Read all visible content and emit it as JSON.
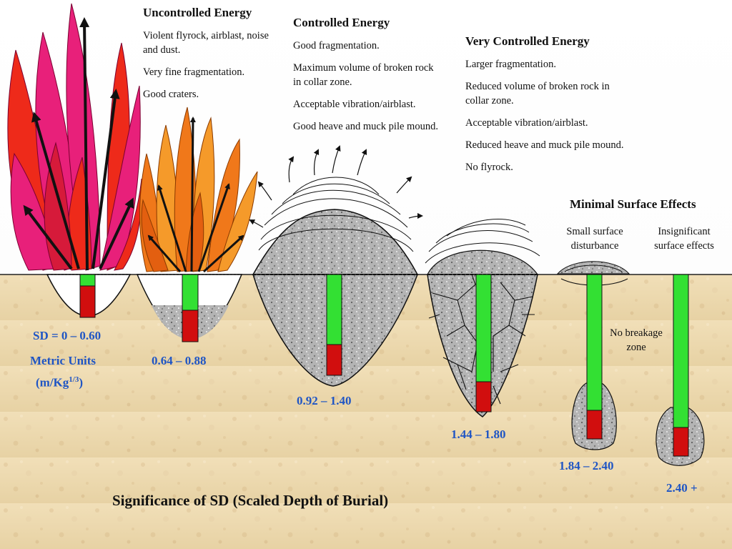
{
  "columns": [
    {
      "heading": "Uncontrolled Energy",
      "lines": [
        "Violent flyrock, airblast, noise and dust.",
        "Very fine fragmentation.",
        "Good craters."
      ]
    },
    {
      "heading": "Controlled Energy",
      "lines": [
        "Good fragmentation.",
        "Maximum volume of broken rock in collar zone.",
        "Acceptable vibration/airblast.",
        "Good heave and muck pile mound."
      ]
    },
    {
      "heading": "Very Controlled Energy",
      "lines": [
        "Larger fragmentation.",
        "Reduced volume of broken rock in collar zone.",
        "Acceptable vibration/airblast.",
        "Reduced heave and muck pile mound.",
        "No flyrock."
      ]
    }
  ],
  "minimal": {
    "heading": "Minimal Surface Effects",
    "small": "Small surface disturbance",
    "insignificant": "Insignificant surface effects",
    "no_breakage": "No breakage zone"
  },
  "sd_ranges": {
    "r1": "SD = 0 – 0.60",
    "units_label": "Metric Units",
    "units_value": "(m/Kg",
    "units_exp": "1/3",
    "units_close": ")",
    "r2": "0.64 – 0.88",
    "r3": "0.92 – 1.40",
    "r4": "1.44 – 1.80",
    "r5": "1.84 – 2.40",
    "r6": "2.40 +"
  },
  "title": "Significance of SD (Scaled Depth of Burial)",
  "colors": {
    "ground": "#efdcb4",
    "ground_grain": "#c9ab7c",
    "stemming": "#33e033",
    "explosive": "#d10e0e",
    "flame_pink": "#e8207a",
    "flame_red": "#ee2a1a",
    "flame_orange": "#f0781a",
    "rock_grey": "#aeaeae",
    "label_blue": "#1f55c4"
  }
}
